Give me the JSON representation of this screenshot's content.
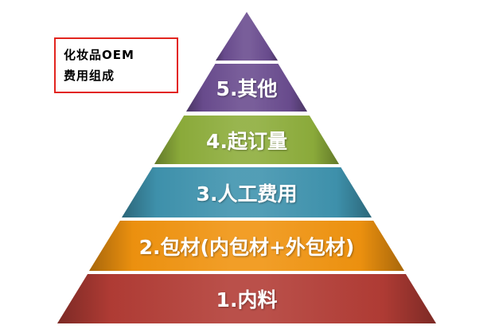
{
  "legend": {
    "line1": "化妆品OEM",
    "line2": "费用组成"
  },
  "pyramid": {
    "apex_color": "#6a4c8f",
    "layers": [
      {
        "label": "5.其他",
        "color": "#6a4c8f"
      },
      {
        "label": "4.起订量",
        "color": "#8dad3b"
      },
      {
        "label": "3.人工费用",
        "color": "#3f93ae"
      },
      {
        "label": "2.包材(内包材+外包材)",
        "color": "#f0930f"
      },
      {
        "label": "1.内料",
        "color": "#b23c35"
      }
    ]
  }
}
